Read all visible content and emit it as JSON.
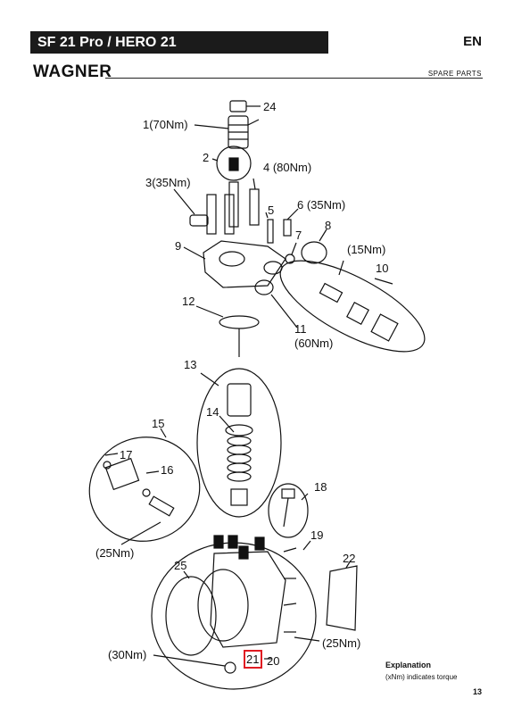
{
  "header": {
    "title": "SF 21 Pro / HERO 21",
    "language": "EN",
    "brand": "WAGNER",
    "section": "SPARE PARTS"
  },
  "callouts": {
    "c1": "1(70Nm)",
    "c2": "2",
    "c3": "3(35Nm)",
    "c4": "4 (80Nm)",
    "c5": "5",
    "c6": "6 (35Nm)",
    "c7": "7",
    "c8": "8",
    "c9": "9",
    "c10": "10",
    "c10t": "(15Nm)",
    "c11": "11",
    "c11t": "(60Nm)",
    "c12": "12",
    "c13": "13",
    "c14": "14",
    "c15": "15",
    "c16": "16",
    "c17": "17",
    "c18": "18",
    "c19": "19",
    "c20": "20",
    "c21": "21",
    "c22": "22",
    "c24": "24",
    "c25": "25",
    "t25a": "(25Nm)",
    "t25b": "(25Nm)",
    "t30": "(30Nm)"
  },
  "explanation": {
    "title": "Explanation",
    "text": "(xNm) indicates torque"
  },
  "page_number": "13",
  "colors": {
    "header_bg": "#1b1b1b",
    "highlight": "#e01b22"
  }
}
